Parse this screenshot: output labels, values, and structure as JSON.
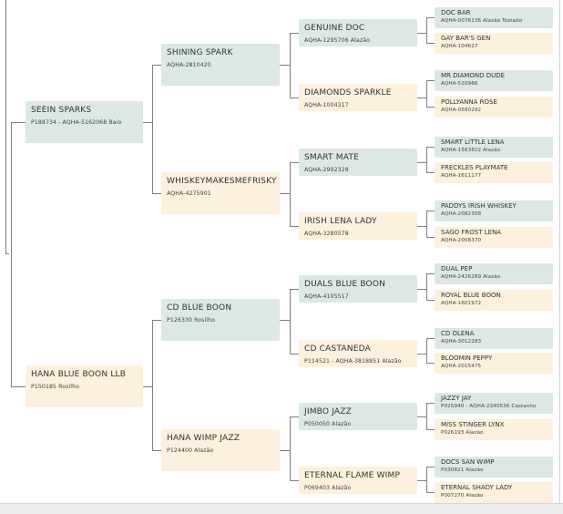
{
  "pedigree": {
    "gen1": [
      {
        "name": "SEEIN SPARKS",
        "reg": "P188734 - AQHA-5162068 Baio",
        "sex": "m"
      },
      {
        "name": "HANA BLUE BOON LLB",
        "reg": "P150185 Rosilho",
        "sex": "f"
      }
    ],
    "gen2": [
      {
        "name": "SHINING SPARK",
        "reg": "AQHA-2810420",
        "sex": "m"
      },
      {
        "name": "WHISKEYMAKESMEFRISKY",
        "reg": "AQHA-4275901",
        "sex": "f"
      },
      {
        "name": "CD BLUE BOON",
        "reg": "P126330 Rosilho",
        "sex": "m"
      },
      {
        "name": "HANA WIMP JAZZ",
        "reg": "P124400 Alazão",
        "sex": "f"
      }
    ],
    "gen3": [
      {
        "name": "GENUINE DOC",
        "reg": "AQHA-1295706 Alazão",
        "sex": "m"
      },
      {
        "name": "DIAMONDS SPARKLE",
        "reg": "AQHA-1004317",
        "sex": "f"
      },
      {
        "name": "SMART MATE",
        "reg": "AQHA-2992328",
        "sex": "m"
      },
      {
        "name": "IRISH LENA LADY",
        "reg": "AQHA-3280578",
        "sex": "f"
      },
      {
        "name": "DUALS BLUE BOON",
        "reg": "AQHA-4105517",
        "sex": "m"
      },
      {
        "name": "CD CASTANEDA",
        "reg": "P114521 - AQHA-3818851 Alazão",
        "sex": "f"
      },
      {
        "name": "JIMBO JAZZ",
        "reg": "P050050 Alazão",
        "sex": "m"
      },
      {
        "name": "ETERNAL FLAME WIMP",
        "reg": "P069403 Alazão",
        "sex": "f"
      }
    ],
    "gen4": [
      {
        "name": "DOC BAR",
        "reg": "AQHA-0076136 Alazão Tostado",
        "sex": "m"
      },
      {
        "name": "GAY BAR'S GEN",
        "reg": "AQHA-104627",
        "sex": "f"
      },
      {
        "name": "MR DIAMOND DUDE",
        "reg": "AQHA-520966",
        "sex": "m"
      },
      {
        "name": "POLLYANNA ROSE",
        "reg": "AQHA-0560292",
        "sex": "f"
      },
      {
        "name": "SMART LITTLE LENA",
        "reg": "AQHA-1563822 Alazão",
        "sex": "m"
      },
      {
        "name": "FRECKLES PLAYMATE",
        "reg": "AQHA-1611177",
        "sex": "f"
      },
      {
        "name": "PADDYS IRISH WHISKEY",
        "reg": "AQHA-2082308",
        "sex": "m"
      },
      {
        "name": "SAGO FROST LENA",
        "reg": "AQHA-2008370",
        "sex": "f"
      },
      {
        "name": "DUAL PEP",
        "reg": "AQHA-2426289 Alazão",
        "sex": "m"
      },
      {
        "name": "ROYAL BLUE BOON",
        "reg": "AQHA-1601972",
        "sex": "f"
      },
      {
        "name": "CD OLENA",
        "reg": "AQHA-3012283",
        "sex": "m"
      },
      {
        "name": "BLOOMIN PEPPY",
        "reg": "AQHA-2015475",
        "sex": "f"
      },
      {
        "name": "JAZZY JAY",
        "reg": "P025940 - AQHA-2340536 Castanho",
        "sex": "m"
      },
      {
        "name": "MISS STINGER LYNX",
        "reg": "P026193 Alazão",
        "sex": "f"
      },
      {
        "name": "DOCS SAN WIMP",
        "reg": "P030821 Alazão",
        "sex": "m"
      },
      {
        "name": "ETERNAL SHADY LADY",
        "reg": "P007270 Alazão",
        "sex": "f"
      }
    ]
  },
  "colors": {
    "sire_box": "#dde8e3",
    "dam_box": "#fdf0dc",
    "connector": "#7b7f7e"
  }
}
